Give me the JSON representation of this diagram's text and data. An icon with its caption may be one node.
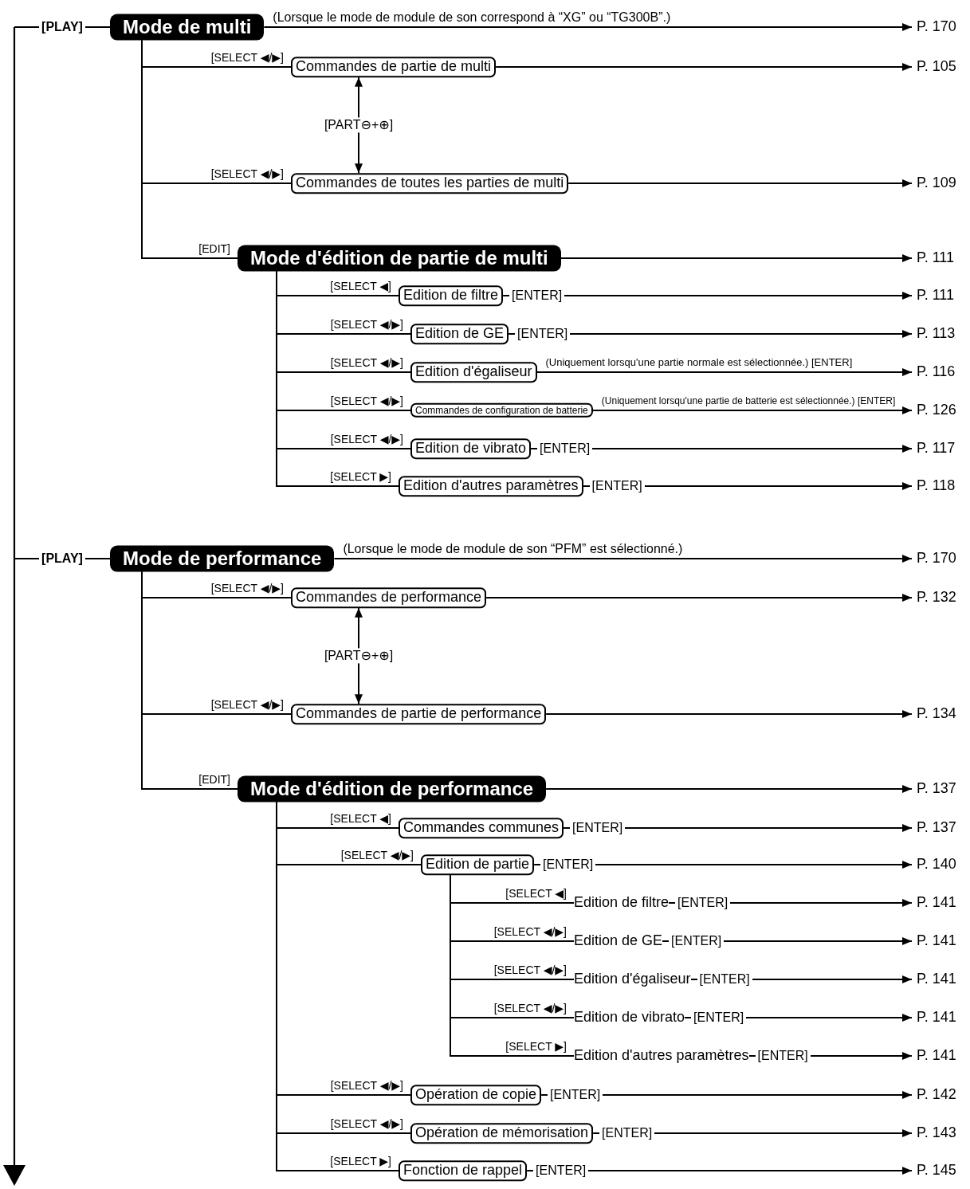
{
  "diagram": {
    "nodes": [
      {
        "text": [
          "Mode de multi"
        ]
      },
      {
        "text": [
          "P. 170"
        ]
      },
      {
        "text": [
          "Commandes de partie de multi"
        ]
      },
      {
        "text": [
          "P. 105"
        ]
      },
      {
        "text": [
          "Commandes de toutes les parties de multi"
        ]
      },
      {
        "text": [
          "P. 109"
        ]
      },
      {
        "text": [
          "Mode d'édition de partie de multi"
        ]
      },
      {
        "text": [
          "P. 111"
        ]
      },
      {
        "text": [
          "Edition de filtre"
        ]
      },
      {
        "text": [
          "P. 111"
        ]
      },
      {
        "text": [
          "Edition de GE"
        ]
      },
      {
        "text": [
          "P. 113"
        ]
      },
      {
        "text": [
          "Edition d'égaliseur"
        ]
      },
      {
        "text": [
          "P. 116"
        ]
      },
      {
        "text": [
          "Commandes de configuration de batterie"
        ]
      },
      {
        "text": [
          "P. 126"
        ]
      },
      {
        "text": [
          "Edition de vibrato"
        ]
      },
      {
        "text": [
          "P. 117"
        ]
      },
      {
        "text": [
          "Edition d'autres paramètres"
        ]
      },
      {
        "text": [
          "P. 118"
        ]
      },
      {
        "text": [
          "Mode de performance"
        ]
      },
      {
        "text": [
          "P. 170"
        ]
      },
      {
        "text": [
          "Commandes de performance"
        ]
      },
      {
        "text": [
          "P. 132"
        ]
      },
      {
        "text": [
          "Commandes de partie de performance"
        ]
      },
      {
        "text": [
          "P. 134"
        ]
      },
      {
        "text": [
          "Mode d'édition de performance"
        ]
      },
      {
        "text": [
          "P. 137"
        ]
      },
      {
        "text": [
          "Commandes communes"
        ]
      },
      {
        "text": [
          "P. 137"
        ]
      },
      {
        "text": [
          "Edition de partie"
        ]
      },
      {
        "text": [
          "P. 140"
        ]
      },
      {
        "text": [
          "Edition de filtre"
        ]
      },
      {
        "text": [
          "P. 141"
        ]
      },
      {
        "text": [
          "Edition de GE"
        ]
      },
      {
        "text": [
          "P. 141"
        ]
      },
      {
        "text": [
          "Edition d'égaliseur"
        ]
      },
      {
        "text": [
          "P. 141"
        ]
      },
      {
        "text": [
          "Edition de vibrato"
        ]
      },
      {
        "text": [
          "P. 141"
        ]
      },
      {
        "text": [
          "Edition d'autres paramètres"
        ]
      },
      {
        "text": [
          "P. 141"
        ]
      },
      {
        "text": [
          "Opération de copie"
        ]
      },
      {
        "text": [
          "P. 142"
        ]
      },
      {
        "text": [
          "Opération de mémorisation"
        ]
      },
      {
        "text": [
          "P. 143"
        ]
      },
      {
        "text": [
          "Fonction de rappel"
        ]
      },
      {
        "text": [
          "P. 145"
        ]
      }
    ],
    "edges": [
      {
        "from": null,
        "to": 0,
        "arrow": "none",
        "label": "[PLAY]"
      },
      {
        "from": 0,
        "to": 1,
        "arrow": "to",
        "label": "(Lorsque le mode de module de son correspond à “XG” ou “TG300B”.)"
      },
      {
        "from": 0,
        "to": 2,
        "arrow": "none",
        "label": "[SELECT ◀/▶]"
      },
      {
        "from": 2,
        "to": 3,
        "arrow": "to"
      },
      {
        "from": 2,
        "to": 4,
        "arrow": "both",
        "label": "[PART⊖+⊕]"
      },
      {
        "from": 0,
        "to": 4,
        "arrow": "none",
        "label": "[SELECT ◀/▶]"
      },
      {
        "from": 4,
        "to": 5,
        "arrow": "to"
      },
      {
        "from": 0,
        "to": 6,
        "arrow": "none",
        "label": "[EDIT]"
      },
      {
        "from": 6,
        "to": 7,
        "arrow": "to"
      },
      {
        "from": 6,
        "to": 8,
        "arrow": "none",
        "label": "[SELECT ◀]"
      },
      {
        "from": 8,
        "to": 9,
        "arrow": "to",
        "label": "[ENTER]"
      },
      {
        "from": 6,
        "to": 10,
        "arrow": "none",
        "label": "[SELECT ◀/▶]"
      },
      {
        "from": 10,
        "to": 11,
        "arrow": "to",
        "label": "[ENTER]"
      },
      {
        "from": 6,
        "to": 12,
        "arrow": "none",
        "label": "[SELECT ◀/▶]"
      },
      {
        "from": 12,
        "to": 13,
        "arrow": "to",
        "label": "(Uniquement lorsqu'une partie normale est sélectionnée.) [ENTER]"
      },
      {
        "from": 6,
        "to": 14,
        "arrow": "none",
        "label": "[SELECT ◀/▶]"
      },
      {
        "from": 14,
        "to": 15,
        "arrow": "to",
        "label": "(Uniquement lorsqu'une partie de batterie est sélectionnée.) [ENTER]"
      },
      {
        "from": 6,
        "to": 16,
        "arrow": "none",
        "label": "[SELECT ◀/▶]"
      },
      {
        "from": 16,
        "to": 17,
        "arrow": "to",
        "label": "[ENTER]"
      },
      {
        "from": 6,
        "to": 18,
        "arrow": "none",
        "label": "[SELECT ▶]"
      },
      {
        "from": 18,
        "to": 19,
        "arrow": "to",
        "label": "[ENTER]"
      },
      {
        "from": null,
        "to": 20,
        "arrow": "none",
        "label": "[PLAY]"
      },
      {
        "from": 20,
        "to": 21,
        "arrow": "to",
        "label": "(Lorsque le mode de module de son “PFM” est sélectionné.)"
      },
      {
        "from": 20,
        "to": 22,
        "arrow": "none",
        "label": "[SELECT ◀/▶]"
      },
      {
        "from": 22,
        "to": 23,
        "arrow": "to"
      },
      {
        "from": 22,
        "to": 24,
        "arrow": "both",
        "label": "[PART⊖+⊕]"
      },
      {
        "from": 20,
        "to": 24,
        "arrow": "none",
        "label": "[SELECT ◀/▶]"
      },
      {
        "from": 24,
        "to": 25,
        "arrow": "to"
      },
      {
        "from": 20,
        "to": 26,
        "arrow": "none",
        "label": "[EDIT]"
      },
      {
        "from": 26,
        "to": 27,
        "arrow": "to"
      },
      {
        "from": 26,
        "to": 28,
        "arrow": "none",
        "label": "[SELECT ◀]"
      },
      {
        "from": 28,
        "to": 29,
        "arrow": "to",
        "label": "[ENTER]"
      },
      {
        "from": 26,
        "to": 30,
        "arrow": "none",
        "label": "[SELECT ◀/▶]"
      },
      {
        "from": 30,
        "to": 31,
        "arrow": "to",
        "label": "[ENTER]"
      },
      {
        "from": 30,
        "to": 32,
        "arrow": "none",
        "label": "[SELECT ◀]"
      },
      {
        "from": 32,
        "to": 33,
        "arrow": "to",
        "label": "[ENTER]"
      },
      {
        "from": 30,
        "to": 34,
        "arrow": "none",
        "label": "[SELECT ◀/▶]"
      },
      {
        "from": 34,
        "to": 35,
        "arrow": "to",
        "label": "[ENTER]"
      },
      {
        "from": 30,
        "to": 36,
        "arrow": "none",
        "label": "[SELECT ◀/▶]"
      },
      {
        "from": 36,
        "to": 37,
        "arrow": "to",
        "label": "[ENTER]"
      },
      {
        "from": 30,
        "to": 38,
        "arrow": "none",
        "label": "[SELECT ◀/▶]"
      },
      {
        "from": 38,
        "to": 39,
        "arrow": "to",
        "label": "[ENTER]"
      },
      {
        "from": 30,
        "to": 40,
        "arrow": "none",
        "label": "[SELECT ▶]"
      },
      {
        "from": 40,
        "to": 41,
        "arrow": "to",
        "label": "[ENTER]"
      },
      {
        "from": 26,
        "to": 42,
        "arrow": "none",
        "label": "[SELECT ◀/▶]"
      },
      {
        "from": 42,
        "to": 43,
        "arrow": "to",
        "label": "[ENTER]"
      },
      {
        "from": 26,
        "to": 44,
        "arrow": "none",
        "label": "[SELECT ◀/▶]"
      },
      {
        "from": 44,
        "to": 45,
        "arrow": "to",
        "label": "[ENTER]"
      },
      {
        "from": 26,
        "to": 46,
        "arrow": "none",
        "label": "[SELECT ▶]"
      },
      {
        "from": 46,
        "to": 47,
        "arrow": "to",
        "label": "[ENTER]"
      }
    ]
  }
}
